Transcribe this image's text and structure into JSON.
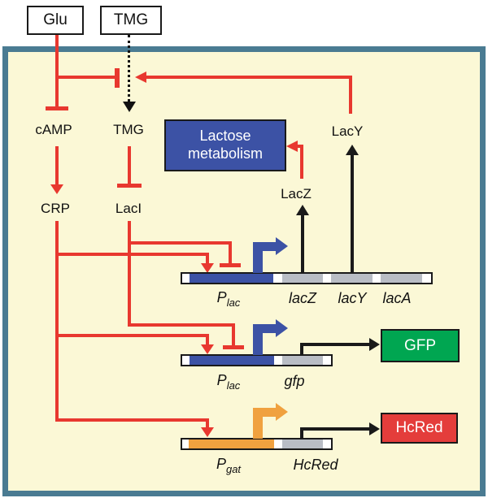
{
  "figure": {
    "inputs": {
      "glu": "Glu",
      "tmg": "TMG"
    },
    "species": {
      "camp": "cAMP",
      "tmg_internal": "TMG",
      "crp": "CRP",
      "laci": "LacI",
      "lacz": "LacZ",
      "lacy": "LacY"
    },
    "process_box": {
      "line1": "Lactose",
      "line2": "metabolism"
    },
    "operon": {
      "promoter_symbol": "P",
      "promoter_sub": "lac",
      "genes": [
        "lacZ",
        "lacY",
        "lacA"
      ]
    },
    "gfp_construct": {
      "promoter_symbol": "P",
      "promoter_sub": "lac",
      "gene": "gfp",
      "reporter": "GFP"
    },
    "hcred_construct": {
      "promoter_symbol": "P",
      "promoter_sub": "gat",
      "gene": "HcRed",
      "reporter": "HcRed"
    },
    "colors": {
      "background_cream": "#FBF8D6",
      "frame_teal": "#4A7B92",
      "regulation_red": "#E8382F",
      "promoter_blue": "#3C52A5",
      "promoter_orange": "#F0A13F",
      "gene_gray": "#B9BDC5",
      "gfp_green": "#00A651",
      "hcred_red": "#E43D3B",
      "arrow_black": "#1a1a1a"
    }
  }
}
